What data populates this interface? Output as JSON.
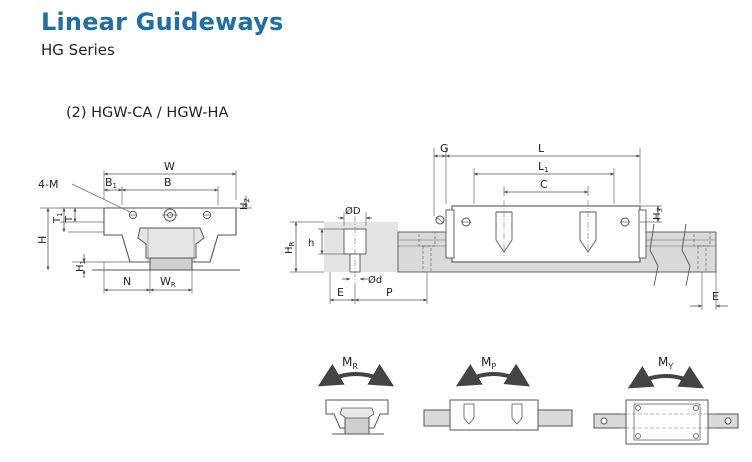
{
  "header": {
    "title": "Linear Guideways",
    "series": "HG Series",
    "model": "(2) HGW-CA / HGW-HA"
  },
  "front_view": {
    "labels": {
      "W": "W",
      "B1": "B",
      "B1_sub": "1",
      "B": "B",
      "M": "4-M",
      "H2": "H",
      "H2_sub": "2",
      "T1": "T",
      "T1_sub": "1",
      "T": "T",
      "H": "H",
      "H1": "H",
      "H1_sub": "1",
      "N": "N",
      "WR": "W",
      "WR_sub": "R"
    }
  },
  "side_view": {
    "labels": {
      "G": "G",
      "L": "L",
      "L1": "L",
      "L1_sub": "1",
      "C": "C",
      "H3": "H",
      "H3_sub": "3",
      "D": "ØD",
      "h": "h",
      "HR": "H",
      "HR_sub": "R",
      "d": "Ød",
      "E": "E",
      "P": "P",
      "E_right": "E"
    }
  },
  "moments": {
    "MR": "M",
    "MR_sub": "R",
    "MP": "M",
    "MP_sub": "P",
    "MY": "M",
    "MY_sub": "Y"
  },
  "colors": {
    "title_blue": "#1f6fa6",
    "line": "#555555",
    "rail_fill": "#d0d0d0",
    "block_fill": "#ffffff",
    "shade": "#e2e2e2",
    "dim_line": "#666666"
  }
}
